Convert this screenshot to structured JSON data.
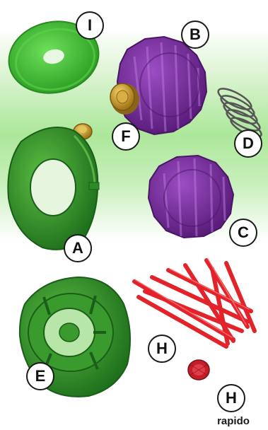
{
  "labels": {
    "i": "I",
    "b": "B",
    "f": "F",
    "d": "D",
    "a": "A",
    "c": "C",
    "e": "E",
    "h_top": "H",
    "h_bottom": "H"
  },
  "caption": "rapido",
  "parts": {
    "washer": "green-washer-disc",
    "spool_top": "purple-spool",
    "bearing": "brass-bearing",
    "spring": "coil-spring",
    "head_cover": "green-head-cover",
    "small_bushing": "brass-bushing",
    "spool_lower": "purple-spool",
    "line_bundle": "red-trimmer-lines",
    "head_base": "green-head-housing",
    "line_cap": "red-line-cap"
  },
  "colors": {
    "green": "#3a9a2e",
    "purple": "#7a2d9e",
    "brass": "#c79a2e",
    "red": "#e3232a",
    "gradient": "#ace79a"
  }
}
